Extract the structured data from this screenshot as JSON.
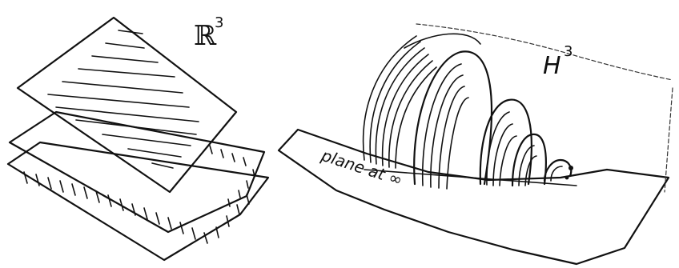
{
  "left_panel": {
    "space_label": "ℝ",
    "space_exponent": "3"
  },
  "right_panel": {
    "space_label": "H",
    "space_exponent": "3",
    "plane_label": "plane at ∞"
  }
}
